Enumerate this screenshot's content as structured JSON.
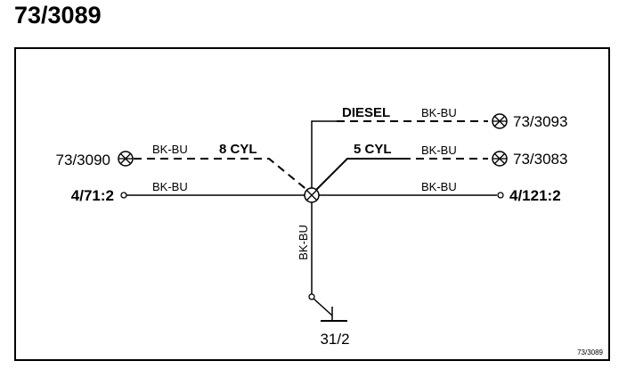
{
  "page": {
    "title": "73/3089",
    "figure_ref": "73/3089"
  },
  "diagram": {
    "center_node": "73/3089",
    "connectors": {
      "left_main": "4/71:2",
      "right_main": "4/121:2",
      "ground": "31/2",
      "left_lamp": "73/3090",
      "right_top_lamp": "73/3093",
      "right_mid_lamp": "73/3083"
    },
    "branch_labels": {
      "eight_cyl": "8 CYL",
      "diesel": "DIESEL",
      "five_cyl": "5 CYL"
    },
    "wire_colors": {
      "left_main": "BK-BU",
      "right_main": "BK-BU",
      "left_lamp": "BK-BU",
      "diesel": "BK-BU",
      "five_cyl": "BK-BU",
      "vertical": "BK-BU"
    }
  }
}
